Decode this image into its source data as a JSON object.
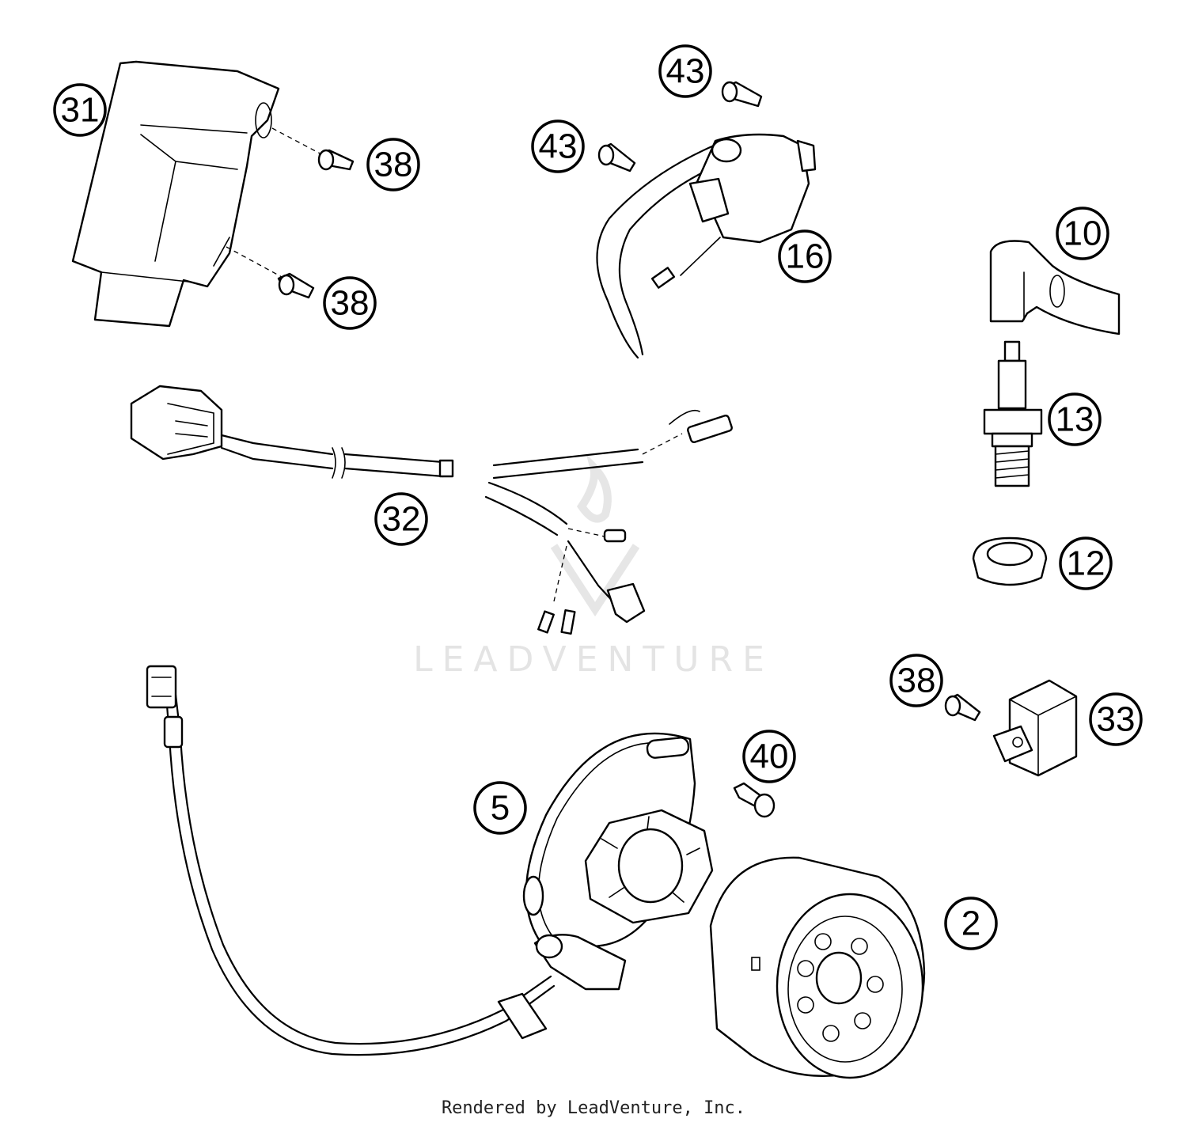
{
  "watermark": "LEADVENTURE",
  "footer": "Rendered by LeadVenture, Inc.",
  "callouts": [
    {
      "id": "c31",
      "label": "31"
    },
    {
      "id": "c38a",
      "label": "38"
    },
    {
      "id": "c38b",
      "label": "38"
    },
    {
      "id": "c43a",
      "label": "43"
    },
    {
      "id": "c43b",
      "label": "43"
    },
    {
      "id": "c16",
      "label": "16"
    },
    {
      "id": "c10",
      "label": "10"
    },
    {
      "id": "c13",
      "label": "13"
    },
    {
      "id": "c12",
      "label": "12"
    },
    {
      "id": "c32",
      "label": "32"
    },
    {
      "id": "c38c",
      "label": "38"
    },
    {
      "id": "c33",
      "label": "33"
    },
    {
      "id": "c40",
      "label": "40"
    },
    {
      "id": "c5",
      "label": "5"
    },
    {
      "id": "c2",
      "label": "2"
    }
  ]
}
